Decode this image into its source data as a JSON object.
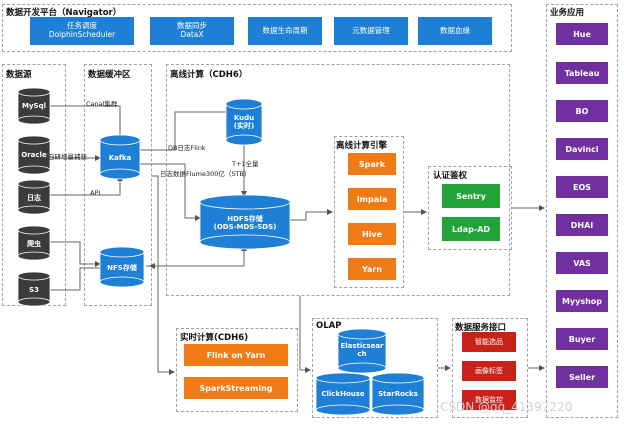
{
  "navigator": {
    "title": "数据开发平台（Navigator）",
    "items": [
      {
        "line1": "任务调度",
        "line2": "DolphinScheduler"
      },
      {
        "line1": "数据同步",
        "line2": "DataX"
      },
      {
        "line1": "数据生命周期",
        "line2": ""
      },
      {
        "line1": "元数据管理",
        "line2": ""
      },
      {
        "line1": "数据血缘",
        "line2": ""
      }
    ]
  },
  "datasource": {
    "title": "数据源",
    "items": [
      "MySql",
      "Oracle",
      "日志",
      "爬虫",
      "S3"
    ]
  },
  "buffer": {
    "title": "数据缓冲区",
    "kafka": "Kafka",
    "nfs": "NFS存储"
  },
  "offline": {
    "title": "离线计算（CDH6）",
    "kudu": {
      "line1": "Kudu",
      "line2": "(实时)"
    },
    "hdfs": {
      "line1": "HDFS存储",
      "line2": "(ODS-MDS-SDS)"
    },
    "engine_title": "离线计算引擎",
    "engines": [
      "Spark",
      "Impala",
      "Hive",
      "Yarn"
    ]
  },
  "auth": {
    "title": "认证鉴权",
    "items": [
      "Sentry",
      "Ldap-AD"
    ]
  },
  "realtime": {
    "title": "实时计算(CDH6)",
    "items": [
      "Flink on Yarn",
      "SparkStreaming"
    ]
  },
  "olap": {
    "title": "OLAP",
    "es": {
      "line1": "Elasticsear",
      "line2": "ch"
    },
    "clickhouse": "ClickHouse",
    "starrocks": "StarRocks"
  },
  "service": {
    "title": "数据服务接口",
    "items": [
      "智能选品",
      "画像标签",
      "数据监控"
    ]
  },
  "apps": {
    "title": "业务应用",
    "items": [
      "Hue",
      "Tableau",
      "BO",
      "Davinci",
      "EOS",
      "DHAI",
      "VAS",
      "Myyshop",
      "Buyer",
      "Seller"
    ]
  },
  "labels": {
    "canal": "Canal集群",
    "oracle_capture": "自研增量捕获",
    "api": "API",
    "db_log_flink": "DB日志Flink",
    "t1_full": "T+1全量",
    "log_flume": "日志数据Flume300亿（5TB）"
  },
  "watermark": "CSDN @qq_41397220",
  "colors": {
    "blue": "#1e7fd6",
    "purple": "#7030a0",
    "orange": "#f07b16",
    "green": "#22a33a",
    "red": "#c8221b",
    "cylinder": "#3b3b3b"
  }
}
